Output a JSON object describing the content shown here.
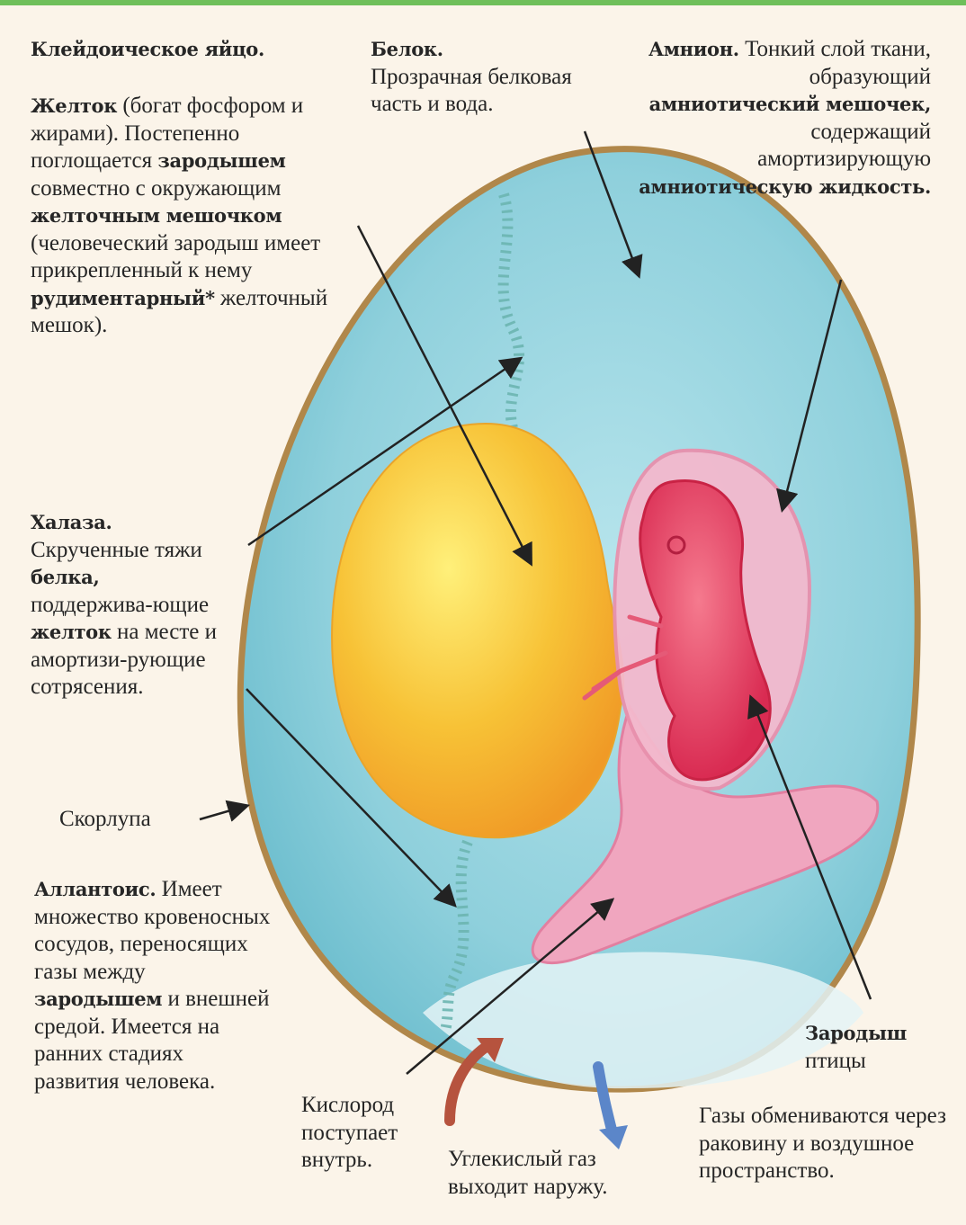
{
  "labels": {
    "cleidoic": {
      "title": "Клейдоическое яйцо."
    },
    "yolk": {
      "title": "Желток",
      "t1": " (богат фосфором и жирами). Постепенно поглощается ",
      "b2": "зародышем",
      "t2": " совместно с окружающим ",
      "b3": "желточным мешочком",
      "t3": " (человеческий зародыш имеет прикрепленный к нему ",
      "b4": "рудиментарный*",
      "t4": " желточный мешок)."
    },
    "albumen": {
      "title": "Белок.",
      "text": "Прозрачная белковая часть и вода."
    },
    "amnion": {
      "title": "Амнион.",
      "t1": " Тонкий слой ткани, образующий ",
      "b2": "амниотический мешочек,",
      "t2": " содержащий амортизирующую ",
      "b3": "амниотическую жидкость."
    },
    "chalaza": {
      "title": "Халаза.",
      "t1": "Скрученные тяжи ",
      "b2": "белка,",
      "t2": " поддержива-ющие ",
      "b3": "желток",
      "t3": " на месте и амортизи-рующие сотрясения."
    },
    "shell": {
      "text": "Скорлупа"
    },
    "allantois": {
      "title": "Аллантоис.",
      "t1": " Имеет множество кровеносных сосудов, переносящих газы между ",
      "b2": "зародышем",
      "t2": " и внешней средой. Имеется на ранних стадиях развития человека."
    },
    "embryo": {
      "title": "Зародыш",
      "text": "птицы"
    },
    "oxygen": {
      "text": "Кислород поступает внутрь."
    },
    "co2": {
      "text": "Углекислый газ выходит наружу."
    },
    "gas": {
      "text": "Газы обмениваются через раковину и воздушное пространство."
    }
  },
  "colors": {
    "background": "#fbf4e9",
    "frame": "#6fbf5a",
    "albumen": "#8fd0dc",
    "shell": "#b0874a",
    "yolk": "#f7c236",
    "embryo": "#e63d60",
    "amnion": "#f0a6bf",
    "oxygen_arrow": "#b6533e",
    "co2_arrow": "#5b86c9"
  }
}
